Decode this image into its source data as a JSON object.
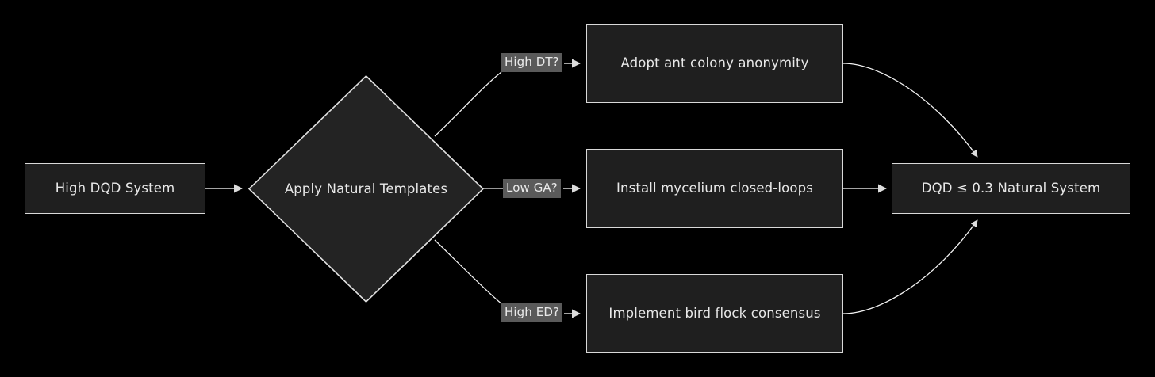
{
  "diagram": {
    "type": "flowchart",
    "direction": "left-to-right",
    "background_color": "#000000",
    "node_fill_color": "#1f1f1f",
    "node_border_color": "#d9d9d9",
    "text_color": "#e8e8e8",
    "edge_color": "#dcdcdc",
    "edge_label_background": "#5a5a5a"
  },
  "nodes": {
    "start": {
      "id": "start",
      "shape": "rectangle",
      "label": "High DQD System"
    },
    "decision": {
      "id": "decision",
      "shape": "diamond",
      "label": "Apply Natural Templates"
    },
    "branch_top": {
      "id": "branch_top",
      "shape": "rectangle",
      "label": "Adopt ant colony anonymity"
    },
    "branch_middle": {
      "id": "branch_middle",
      "shape": "rectangle",
      "label": "Install mycelium closed-loops"
    },
    "branch_bottom": {
      "id": "branch_bottom",
      "shape": "rectangle",
      "label": "Implement bird flock consensus"
    },
    "end": {
      "id": "end",
      "shape": "rectangle",
      "label": "DQD ≤ 0.3 Natural System"
    }
  },
  "edges": [
    {
      "from": "start",
      "to": "decision",
      "label": ""
    },
    {
      "from": "decision",
      "to": "branch_top",
      "label": "High DT?"
    },
    {
      "from": "decision",
      "to": "branch_middle",
      "label": "Low GA?"
    },
    {
      "from": "decision",
      "to": "branch_bottom",
      "label": "High ED?"
    },
    {
      "from": "branch_top",
      "to": "end",
      "label": ""
    },
    {
      "from": "branch_middle",
      "to": "end",
      "label": ""
    },
    {
      "from": "branch_bottom",
      "to": "end",
      "label": ""
    }
  ],
  "edge_labels": {
    "high_dt": "High DT?",
    "low_ga": "Low GA?",
    "high_ed": "High ED?"
  }
}
